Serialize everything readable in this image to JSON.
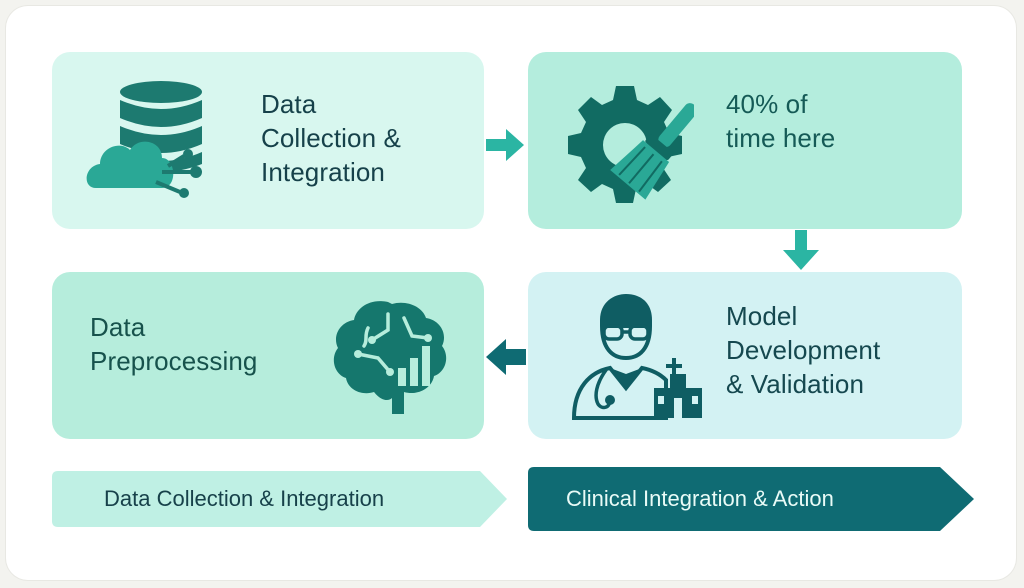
{
  "steps": [
    {
      "label": "Data\nCollection &\nIntegration",
      "icon": "database-cloud-icon"
    },
    {
      "label": "40% of\ntime here",
      "icon": "gear-brush-icon"
    },
    {
      "label": "Data\nPreprocessing",
      "icon": "brain-chart-icon"
    },
    {
      "label": "Model\nDevelopment\n& Validation",
      "icon": "doctor-hospital-icon"
    }
  ],
  "banners": {
    "left": "Data Collection & Integration",
    "right": "Clinical Integration & Action"
  },
  "colors": {
    "dark_teal": "#0f6b63",
    "mid_teal": "#2bb5a3",
    "banner_dark": "#0f6b73",
    "banner_light": "#bff0e4"
  }
}
